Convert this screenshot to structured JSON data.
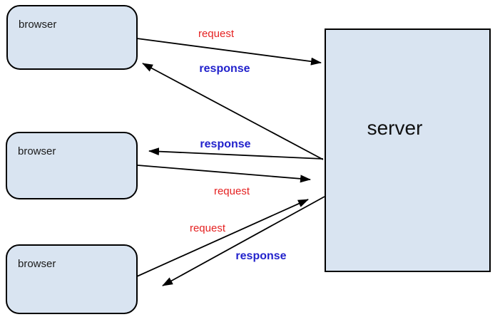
{
  "diagram": {
    "nodes": [
      {
        "id": "browser1",
        "label": "browser"
      },
      {
        "id": "browser2",
        "label": "browser"
      },
      {
        "id": "browser3",
        "label": "browser"
      },
      {
        "id": "server",
        "label": "server"
      }
    ],
    "edges": [
      {
        "id": "request1",
        "label": "request",
        "kind": "request",
        "from": "browser1",
        "to": "server"
      },
      {
        "id": "response1",
        "label": "response",
        "kind": "response",
        "from": "server",
        "to": "browser1"
      },
      {
        "id": "response2",
        "label": "response",
        "kind": "response",
        "from": "server",
        "to": "browser2"
      },
      {
        "id": "request2",
        "label": "request",
        "kind": "request",
        "from": "browser2",
        "to": "server"
      },
      {
        "id": "request3",
        "label": "request",
        "kind": "request",
        "from": "browser3",
        "to": "server"
      },
      {
        "id": "response3",
        "label": "response",
        "kind": "response",
        "from": "server",
        "to": "browser3"
      }
    ],
    "colors": {
      "request_label": "#e52222",
      "response_label": "#2222cc",
      "node_fill": "#d9e4f1",
      "node_border": "#000000",
      "arrow": "#000000",
      "background": "#ffffff"
    }
  }
}
